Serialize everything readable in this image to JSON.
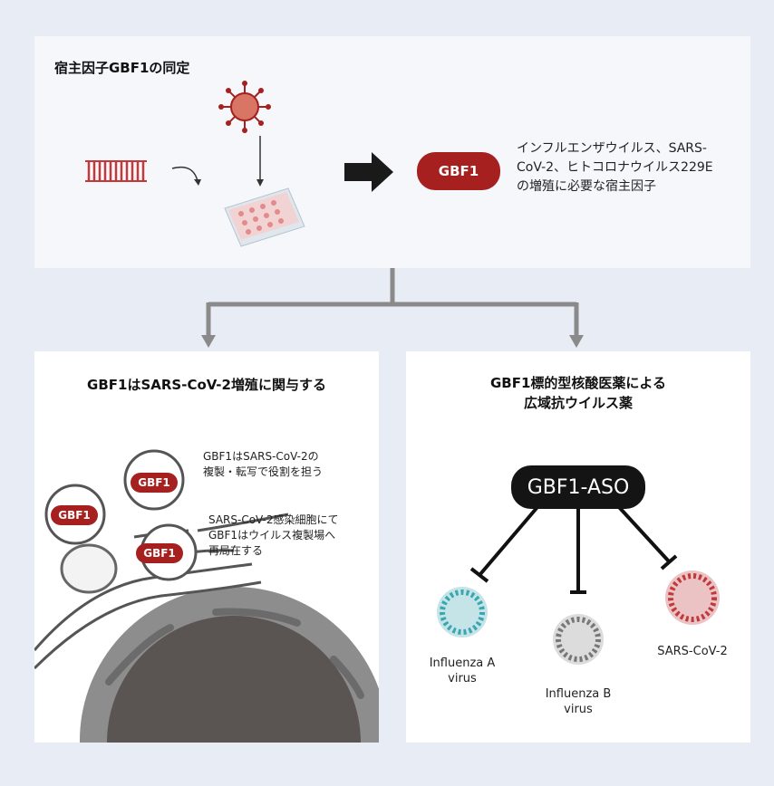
{
  "top": {
    "title": "宿主因子GBF1の同定",
    "gbf1": "GBF1",
    "desc": [
      "インフルエンザウイルス、SARS-",
      "CoV-2、ヒトコロナウイルス229E",
      "の増殖に必要な宿主因子"
    ]
  },
  "left": {
    "title": "GBF1はSARS-CoV-2増殖に関与する",
    "gbf1": "GBF1",
    "note1": [
      "GBF1はSARS-CoV-2の",
      "複製・転写で役割を担う"
    ],
    "note2": [
      "SARS-CoV-2感染細胞にて",
      "GBF1はウイルス複製場へ",
      "再局在する"
    ]
  },
  "right": {
    "title": [
      "GBF1標的型核酸医薬による",
      "広域抗ウイルス薬"
    ],
    "aso": "GBF1-ASO",
    "viruses": [
      {
        "name": [
          "Influenza A",
          "virus"
        ],
        "color": "#3aa6b0"
      },
      {
        "name": [
          "Influenza B",
          "virus"
        ],
        "color": "#8a8a8a"
      },
      {
        "name": [
          "SARS-CoV-2"
        ],
        "color": "#c0393b"
      }
    ]
  },
  "colors": {
    "accent": "#a5201f",
    "connector": "#888888"
  }
}
